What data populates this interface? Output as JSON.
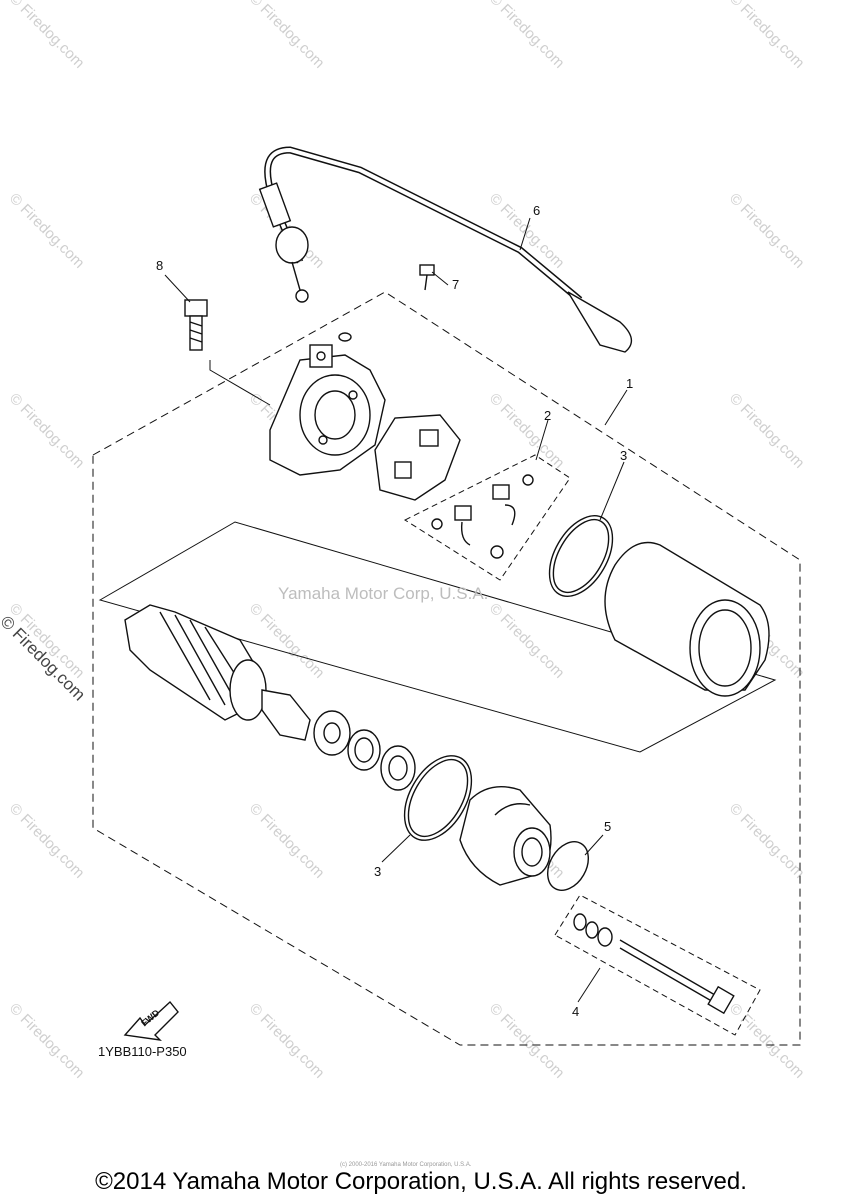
{
  "watermarks": {
    "tile_text": "© Firedog.com",
    "center_text": "Yamaha Motor Corp, U.S.A.",
    "side_text": "© Firedog.com"
  },
  "callouts": {
    "c1": "1",
    "c2": "2",
    "c3a": "3",
    "c3b": "3",
    "c4": "4",
    "c5": "5",
    "c6": "6",
    "c7": "7",
    "c8": "8"
  },
  "fwd_label": "FWD",
  "diagram_code": "1YBB110-P350",
  "fine_print": "(c) 2000-2016 Yamaha Motor Corporation, U.S.A.",
  "footer": "©2014 Yamaha Motor Corporation, U.S.A. All rights reserved."
}
